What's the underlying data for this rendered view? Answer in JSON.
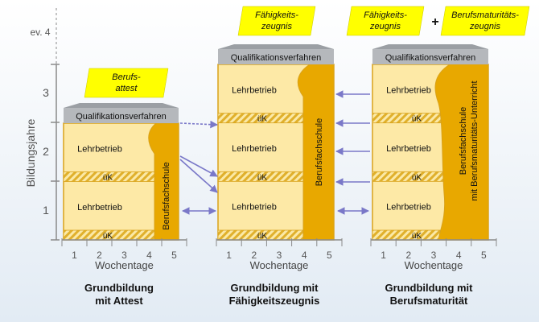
{
  "y_axis": {
    "label": "Bildungsjahre",
    "ticks": [
      "ev. 4",
      "3",
      "2",
      "1"
    ]
  },
  "x_axis": {
    "label": "Wochentage",
    "ticks": [
      "1",
      "2",
      "3",
      "4",
      "5"
    ]
  },
  "columns": [
    {
      "caption": "Grundbildung\nmit Attest",
      "qv_label": "Qualifikationsverfahren",
      "lehrbetrieb_label": "Lehrbetrieb",
      "uk_label": "üK",
      "school_label": "Berufsfachschule",
      "school_label_2": "",
      "badges": [
        "Berufs-\nattest"
      ]
    },
    {
      "caption": "Grundbildung mit\nFähigkeitszeugnis",
      "qv_label": "Qualifikationsverfahren",
      "lehrbetrieb_label": "Lehrbetrieb",
      "uk_label": "üK",
      "school_label": "Berufsfachschule",
      "school_label_2": "",
      "badges": [
        "Fähigkeits-\nzeugnis"
      ]
    },
    {
      "caption": "Grundbildung mit\nBerufsmaturität",
      "qv_label": "Qualifikationsverfahren",
      "lehrbetrieb_label": "Lehrbetrieb",
      "uk_label": "üK",
      "school_label": "Berufsfachschule",
      "school_label_2": "mit Berufsmaturitäts-Unterricht",
      "badges": [
        "Fähigkeits-\nzeugnis",
        "Berufsmaturitäts-\nzeugnis"
      ]
    }
  ],
  "plus_sign": "+",
  "colors": {
    "light_yellow": "#fde9a6",
    "block_border": "#d9a21a",
    "school_orange": "#e8a800",
    "uk_stripe_a": "#e0b02c",
    "uk_stripe_b": "#fbe9a7",
    "roof_gray": "#9b9fa4",
    "badge_yellow": "#ffff00",
    "arrow_purple": "#7a78c8",
    "axis_gray": "#8a8a8a"
  }
}
